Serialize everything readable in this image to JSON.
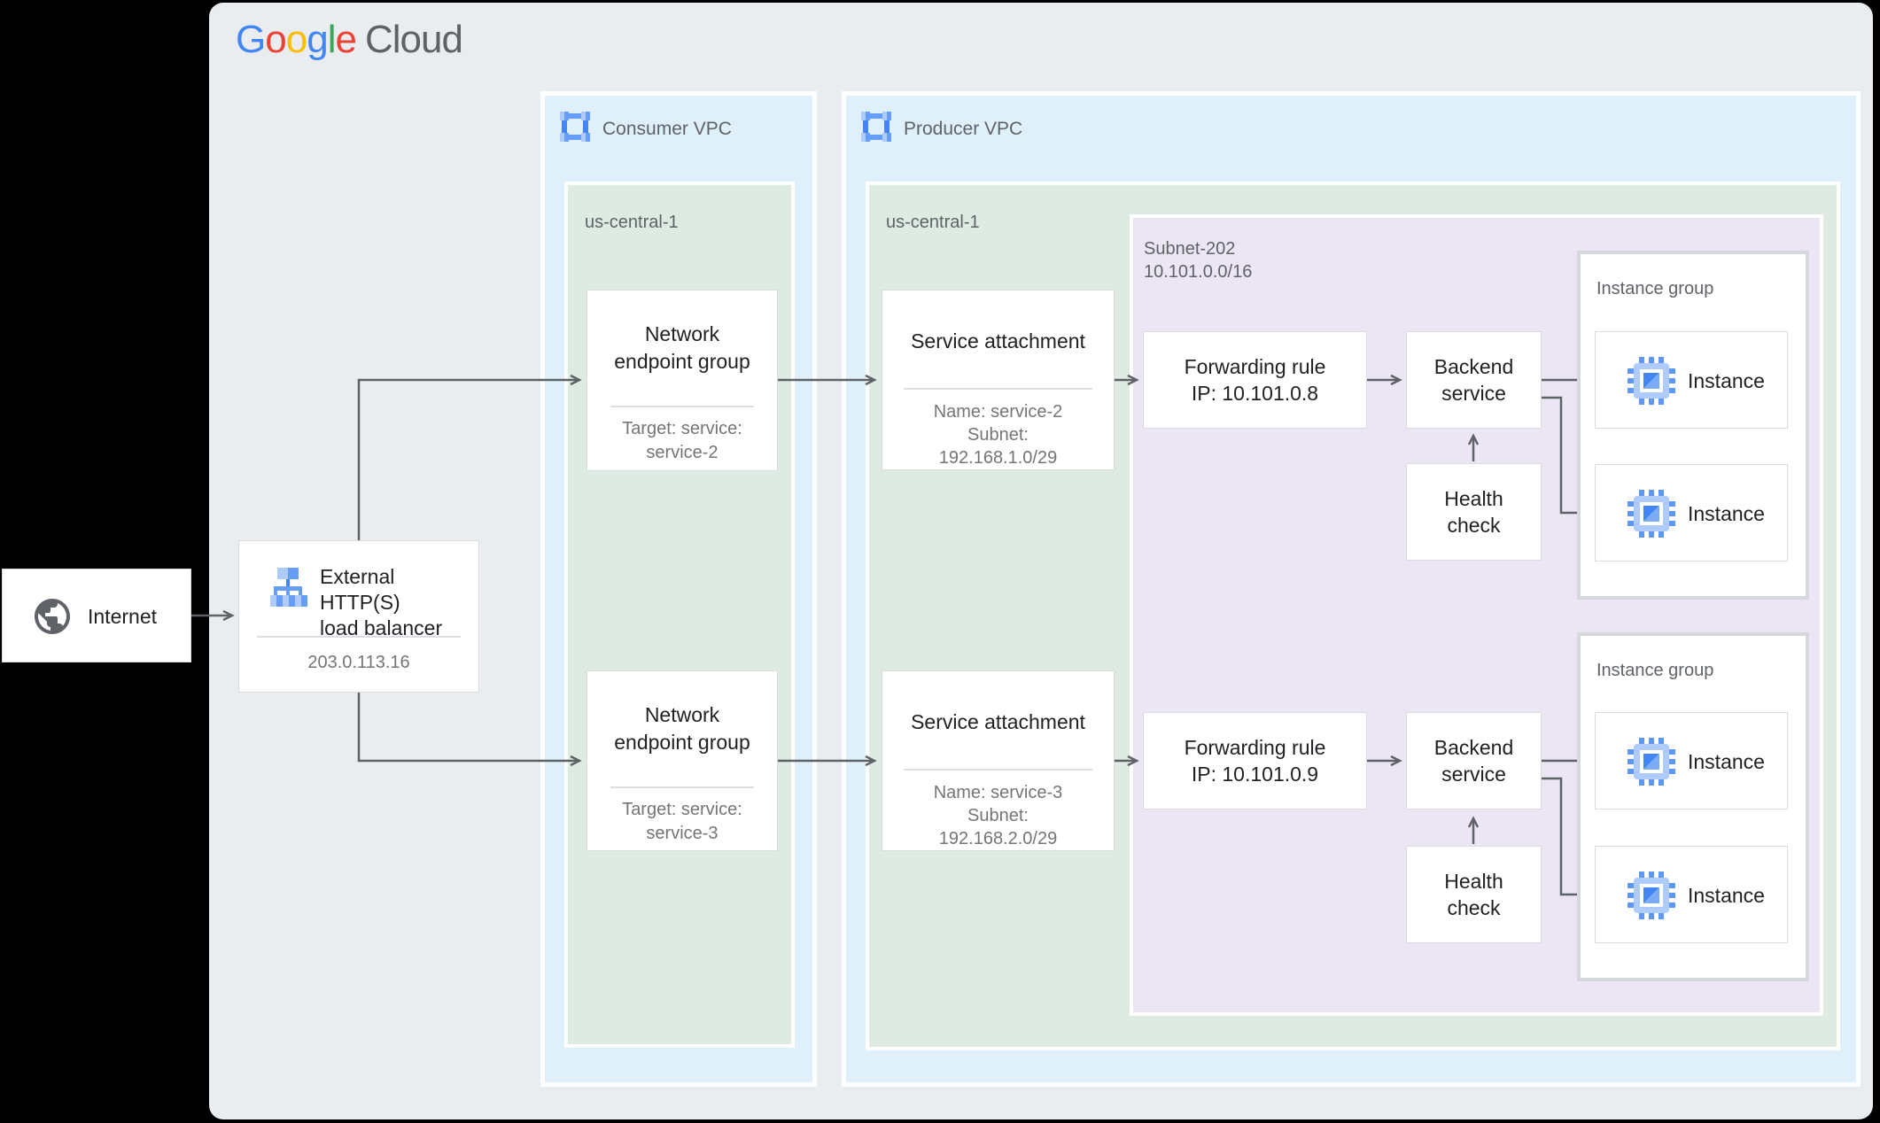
{
  "logo": {
    "letters": [
      {
        "ch": "G"
      },
      {
        "ch": "o"
      },
      {
        "ch": "o"
      },
      {
        "ch": "g"
      },
      {
        "ch": "l"
      },
      {
        "ch": "e"
      }
    ],
    "suffix": "Cloud"
  },
  "nodes": {
    "internet": {
      "label": "Internet"
    },
    "load_balancer": {
      "title": "External HTTP(S)\nload balancer",
      "ip": "203.0.113.16"
    },
    "consumer_vpc": {
      "label": "Consumer VPC",
      "region": "us-central-1",
      "negs": [
        {
          "title": "Network\nendpoint group",
          "detail": "Target: service:\nservice-2"
        },
        {
          "title": "Network\nendpoint group",
          "detail": "Target: service:\nservice-3"
        }
      ]
    },
    "producer_vpc": {
      "label": "Producer VPC",
      "region": "us-central-1",
      "subnet": {
        "label": "Subnet-202\n10.101.0.0/16"
      },
      "service_attachments": [
        {
          "title": "Service attachment",
          "detail": "Name: service-2\nSubnet:\n192.168.1.0/29"
        },
        {
          "title": "Service attachment",
          "detail": "Name: service-3\nSubnet:\n192.168.2.0/29"
        }
      ],
      "forwarding_rules": [
        {
          "label": "Forwarding rule\nIP: 10.101.0.8"
        },
        {
          "label": "Forwarding rule\nIP: 10.101.0.9"
        }
      ],
      "backend_services": [
        {
          "label": "Backend\nservice"
        },
        {
          "label": "Backend\nservice"
        }
      ],
      "health_checks": [
        {
          "label": "Health\ncheck"
        },
        {
          "label": "Health\ncheck"
        }
      ],
      "instance_groups": [
        {
          "label": "Instance group",
          "instances": [
            "Instance",
            "Instance"
          ]
        },
        {
          "label": "Instance group",
          "instances": [
            "Instance",
            "Instance"
          ]
        }
      ]
    }
  },
  "colors": {
    "g_blue": "#4285F4",
    "g_red": "#EA4335",
    "g_yellow": "#FBBC05",
    "g_green": "#34A853",
    "cloud_gray": "#5f6368",
    "canvas": "#e9edf0",
    "vpc_blue": "#dff0fb",
    "region_green": "#ddebe2",
    "subnet_purple": "#ece5f3",
    "card_border": "#dadce0",
    "line": "#5f6368",
    "title_text": "#202124",
    "muted_text": "#757575",
    "label_text": "#5f6368",
    "icon_blue": "#4285f4",
    "icon_blue_med": "#669df6",
    "icon_blue_light": "#aecbfa"
  }
}
